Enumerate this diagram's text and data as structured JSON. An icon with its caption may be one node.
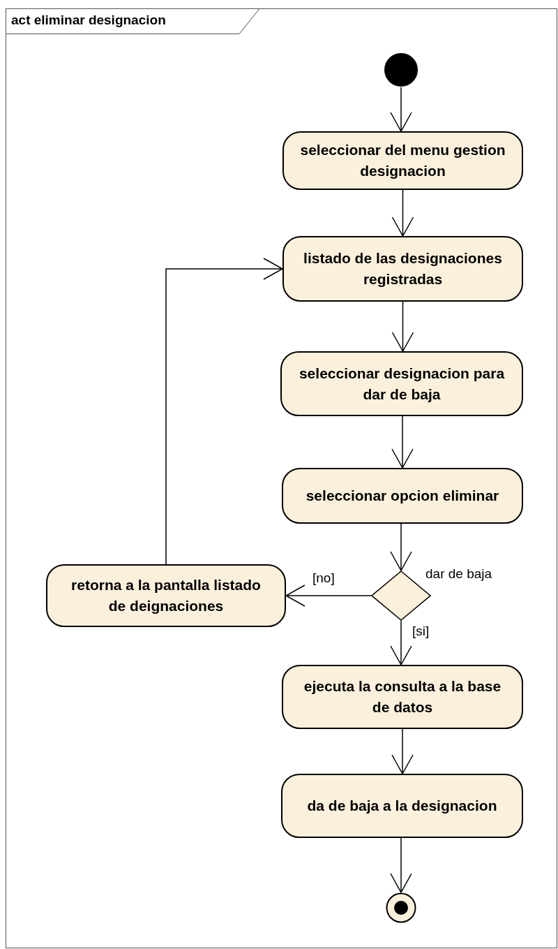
{
  "diagram": {
    "title": "act eliminar designacion",
    "nodes": [
      {
        "text": [],
        "shape": "circle"
      },
      {
        "text": [
          "seleccionar del menu gestion designacion"
        ]
      },
      {
        "text": [
          "listado de las designaciones registradas"
        ]
      },
      {
        "text": [
          "seleccionar designacion para dar de baja"
        ]
      },
      {
        "text": [
          "seleccionar opcion eliminar"
        ]
      },
      {
        "text": [],
        "shape": "diamond",
        "beside": [
          "dar de baja"
        ]
      },
      {
        "text": [
          "retorna a la pantalla listado de deignaciones"
        ]
      },
      {
        "text": [
          "ejecuta la consulta a la base de datos"
        ]
      },
      {
        "text": [
          "da de baja a la designacion"
        ]
      },
      {
        "text": [],
        "shape": "bullseye"
      }
    ],
    "edges": [
      {
        "from": 0,
        "to": 1,
        "arrow": "to"
      },
      {
        "from": 1,
        "to": 2,
        "arrow": "to"
      },
      {
        "from": 2,
        "to": 3,
        "arrow": "to"
      },
      {
        "from": 3,
        "to": 4,
        "arrow": "to"
      },
      {
        "from": 4,
        "to": 5,
        "arrow": "to"
      },
      {
        "from": 5,
        "to": 6,
        "arrow": "to",
        "label": "[no]"
      },
      {
        "from": 5,
        "to": 7,
        "arrow": "to",
        "label": "[si]"
      },
      {
        "from": 7,
        "to": 8,
        "arrow": "to"
      },
      {
        "from": 8,
        "to": 9,
        "arrow": "to"
      },
      {
        "from": 6,
        "to": 2,
        "arrow": "to"
      }
    ]
  }
}
